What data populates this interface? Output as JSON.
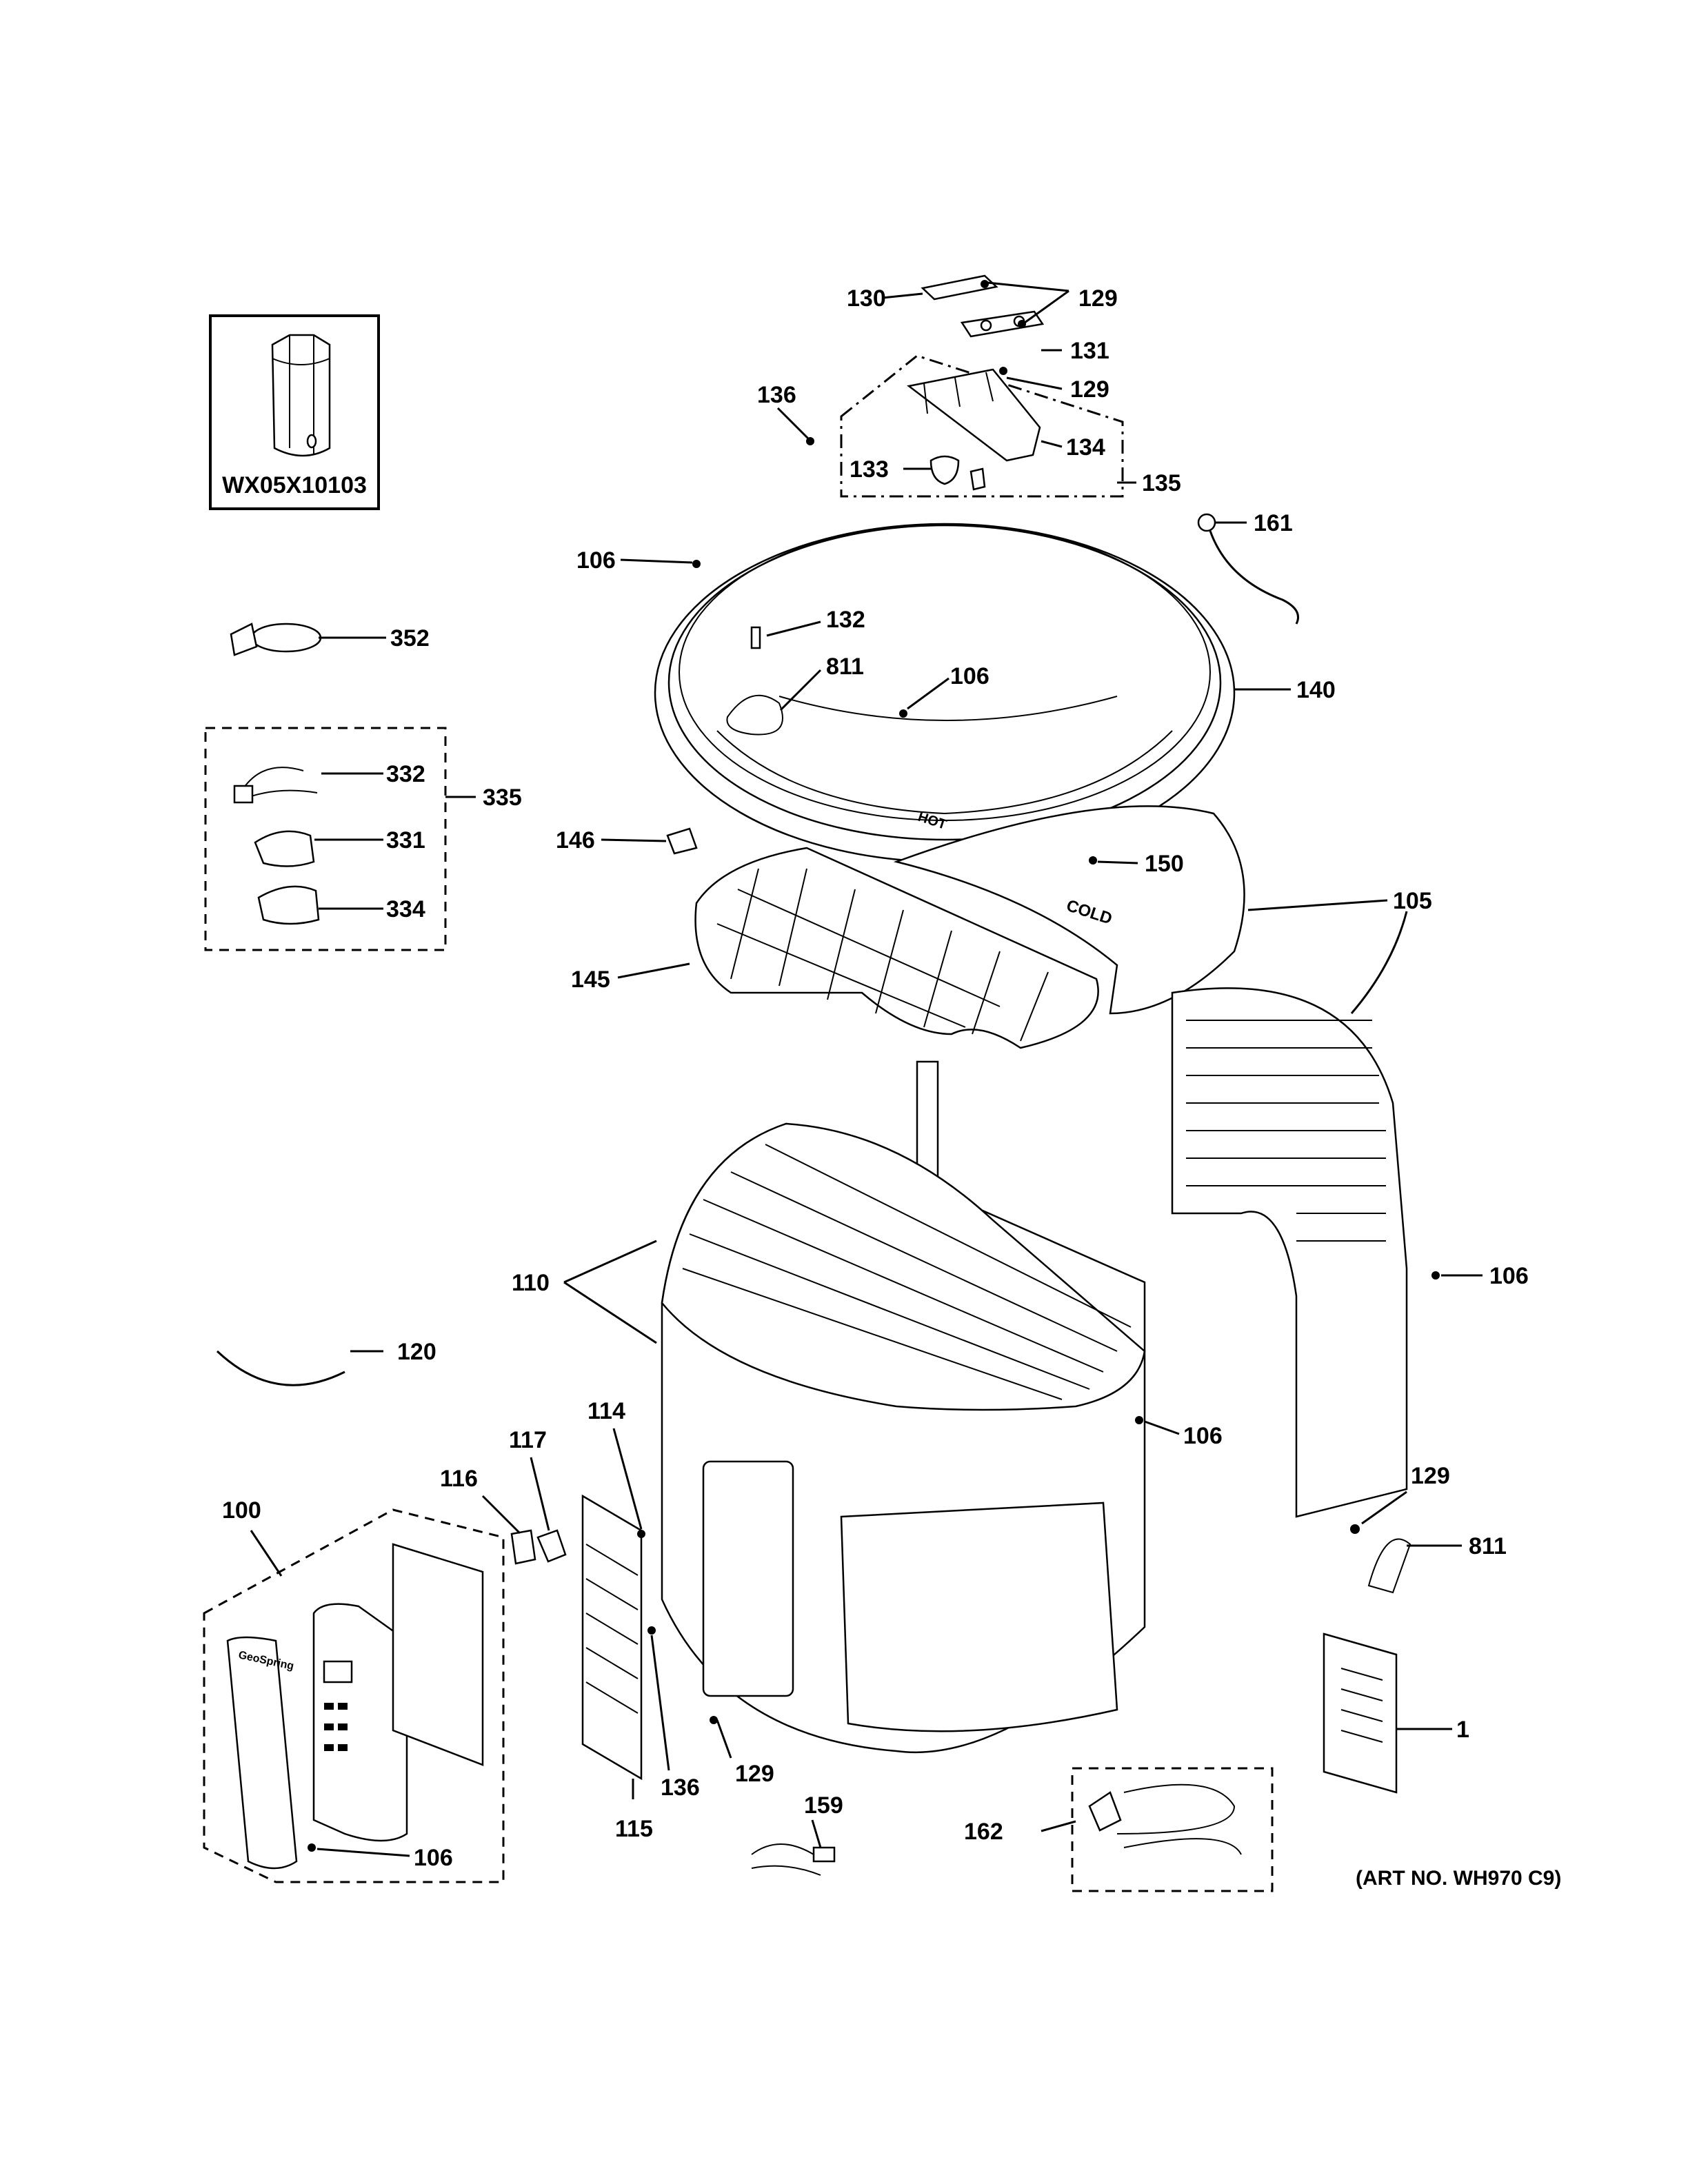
{
  "tool_box": {
    "label": "WX05X10103"
  },
  "art_number": "(ART NO. WH970 C9)",
  "callouts": {
    "c130": "130",
    "c129a": "129",
    "c131": "131",
    "c129b": "129",
    "c136a": "136",
    "c134": "134",
    "c133": "133",
    "c135": "135",
    "c106a": "106",
    "c161": "161",
    "c132": "132",
    "c811a": "811",
    "c106b": "106",
    "c140": "140",
    "c352": "352",
    "c332": "332",
    "c335": "335",
    "c331": "331",
    "c334": "334",
    "c146": "146",
    "c150": "150",
    "c105": "105",
    "c145": "145",
    "c110": "110",
    "c106c": "106",
    "c120": "120",
    "c106d": "106",
    "c114": "114",
    "c117": "117",
    "c116": "116",
    "c100": "100",
    "c129c": "129",
    "c811b": "811",
    "c1": "1",
    "c136b": "136",
    "c129d": "129",
    "c159": "159",
    "c115": "115",
    "c162": "162",
    "c106e": "106"
  },
  "part_text": {
    "cold_mark": "COLD",
    "hot_mark": "HOT",
    "brand": "GeoSpring"
  }
}
